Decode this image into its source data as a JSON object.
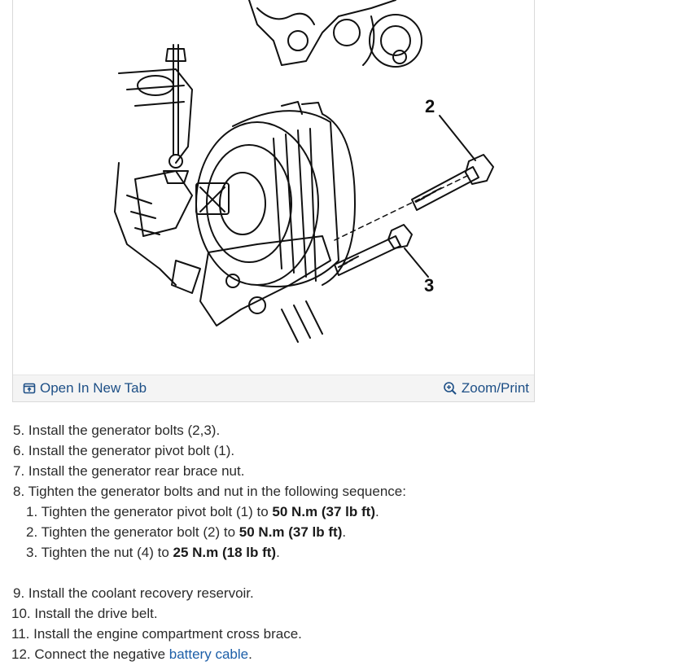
{
  "figure": {
    "callout_2": "2",
    "callout_3": "3",
    "open_tab_label": "Open In New Tab",
    "zoom_label": "Zoom/Print",
    "accent": "#1d4f86"
  },
  "steps": {
    "s5": "5. Install the generator bolts (2,3).",
    "s6": "6. Install the generator pivot bolt (1).",
    "s7": "7. Install the generator rear brace nut.",
    "s8": "8. Tighten the generator bolts and nut in the following sequence:",
    "sub1_text": "1. Tighten the generator pivot bolt (1) to ",
    "sub1_torque": "50 N.m (37 lb ft)",
    "sub1_end": ".",
    "sub2_text": "2. Tighten the generator bolt (2) to ",
    "sub2_torque": "50 N.m (37 lb ft)",
    "sub2_end": ".",
    "sub3_text": "3. Tighten the nut (4) to ",
    "sub3_torque": "25 N.m (18 lb ft)",
    "sub3_end": ".",
    "s9": "9. Install the coolant recovery reservoir.",
    "s10": "10. Install the drive belt.",
    "s11": "11. Install the engine compartment cross brace.",
    "s12_text": "12. Connect the negative ",
    "s12_link": "battery cable",
    "s12_end": "."
  }
}
